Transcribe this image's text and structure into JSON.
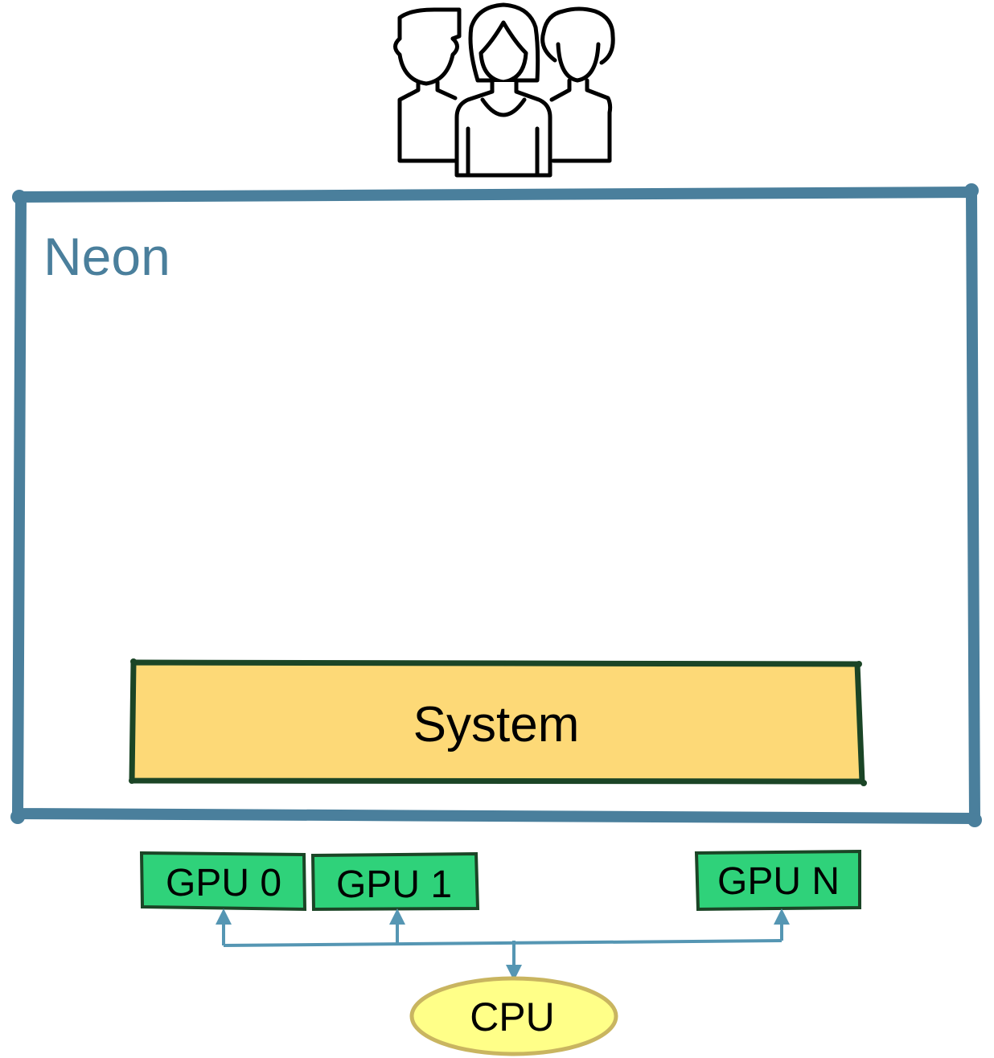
{
  "container": {
    "label": "Neon",
    "stroke": "#4a7f9c"
  },
  "system": {
    "label": "System",
    "fill": "#fdd977",
    "stroke": "#1b4526"
  },
  "gpus": [
    {
      "label": "GPU 0"
    },
    {
      "label": "GPU 1"
    },
    {
      "label": "GPU N"
    }
  ],
  "gpu_style": {
    "fill": "#2fd27a",
    "stroke": "#1b4526"
  },
  "cpu": {
    "label": "CPU",
    "fill": "#ffff88",
    "stroke": "#c9b560"
  },
  "connector": {
    "stroke": "#5596b3"
  },
  "users": {
    "icon": "users-group-icon"
  }
}
